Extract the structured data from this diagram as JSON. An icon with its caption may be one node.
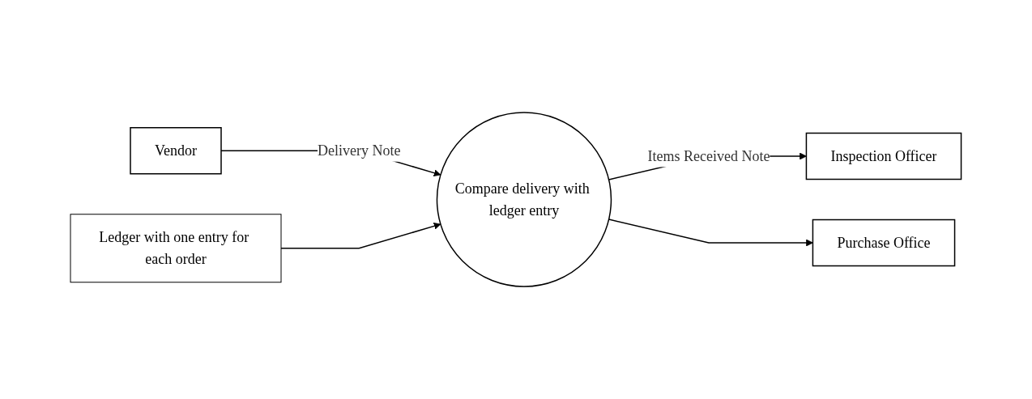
{
  "diagram": {
    "nodes": [
      {
        "text": [
          "Vendor"
        ]
      },
      {
        "text": [
          "Compare delivery with ledger entry"
        ]
      },
      {
        "text": [
          "Inspection Officer"
        ]
      },
      {
        "text": [
          "Ledger with one entry for each order"
        ]
      },
      {
        "text": [
          "Purchase Office"
        ]
      }
    ],
    "edges": [
      {
        "from": 0,
        "to": 1,
        "arrow": "to",
        "label": "Delivery Note"
      },
      {
        "from": 1,
        "to": 2,
        "arrow": "to",
        "label": "Items Received Note"
      },
      {
        "from": 3,
        "to": 1,
        "arrow": "to"
      },
      {
        "from": 1,
        "to": 4,
        "arrow": "to"
      }
    ]
  }
}
